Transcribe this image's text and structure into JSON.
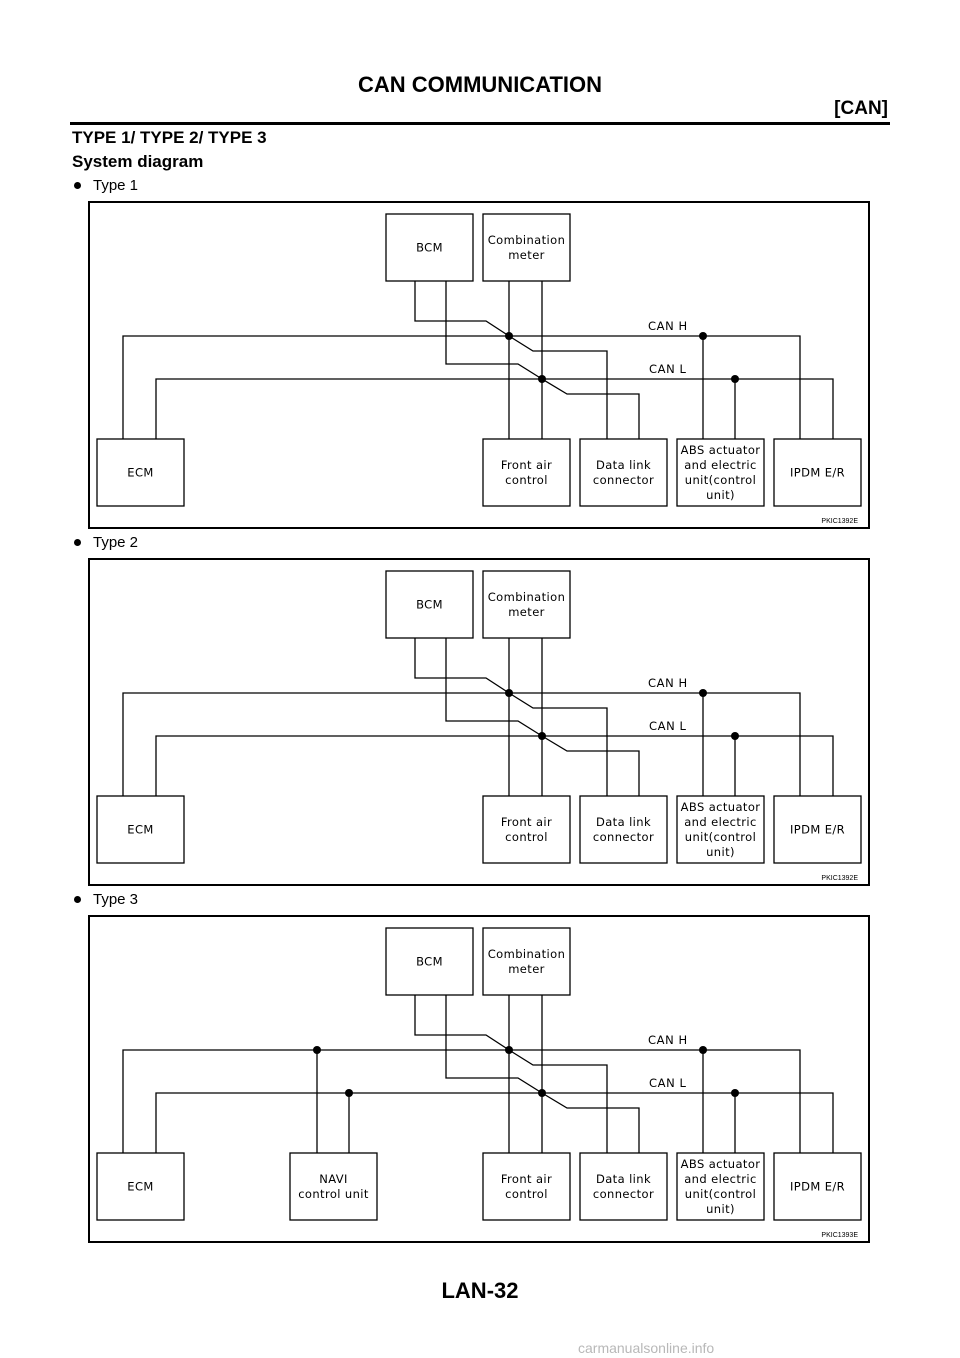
{
  "header": {
    "title": "CAN COMMUNICATION",
    "section": "[CAN]"
  },
  "section": {
    "title": "TYPE 1/ TYPE 2/ TYPE 3",
    "subtitle": "System diagram"
  },
  "diagrams": [
    {
      "label": "Type 1",
      "code": "PKIC1392E",
      "bus_h": "CAN H",
      "bus_l": "CAN L",
      "units": {
        "bcm": [
          "BCM"
        ],
        "meter": [
          "Combination",
          "meter"
        ],
        "ecm": [
          "ECM"
        ],
        "front_air": [
          "Front air",
          "control"
        ],
        "dlc": [
          "Data link",
          "connector"
        ],
        "abs": [
          "ABS actuator",
          "and electric",
          "unit(control",
          "unit)"
        ],
        "ipdm": [
          "IPDM E/R"
        ]
      }
    },
    {
      "label": "Type 2",
      "code": "PKIC1392E",
      "bus_h": "CAN H",
      "bus_l": "CAN L",
      "units": {
        "bcm": [
          "BCM"
        ],
        "meter": [
          "Combination",
          "meter"
        ],
        "ecm": [
          "ECM"
        ],
        "front_air": [
          "Front air",
          "control"
        ],
        "dlc": [
          "Data link",
          "connector"
        ],
        "abs": [
          "ABS actuator",
          "and electric",
          "unit(control",
          "unit)"
        ],
        "ipdm": [
          "IPDM E/R"
        ]
      }
    },
    {
      "label": "Type 3",
      "code": "PKIC1393E",
      "bus_h": "CAN H",
      "bus_l": "CAN L",
      "units": {
        "bcm": [
          "BCM"
        ],
        "meter": [
          "Combination",
          "meter"
        ],
        "ecm": [
          "ECM"
        ],
        "navi": [
          "NAVI",
          "control unit"
        ],
        "front_air": [
          "Front air",
          "control"
        ],
        "dlc": [
          "Data link",
          "connector"
        ],
        "abs": [
          "ABS actuator",
          "and electric",
          "unit(control",
          "unit)"
        ],
        "ipdm": [
          "IPDM E/R"
        ]
      }
    }
  ],
  "footer": {
    "page": "LAN-32",
    "watermark": "carmanualsonline.info"
  }
}
